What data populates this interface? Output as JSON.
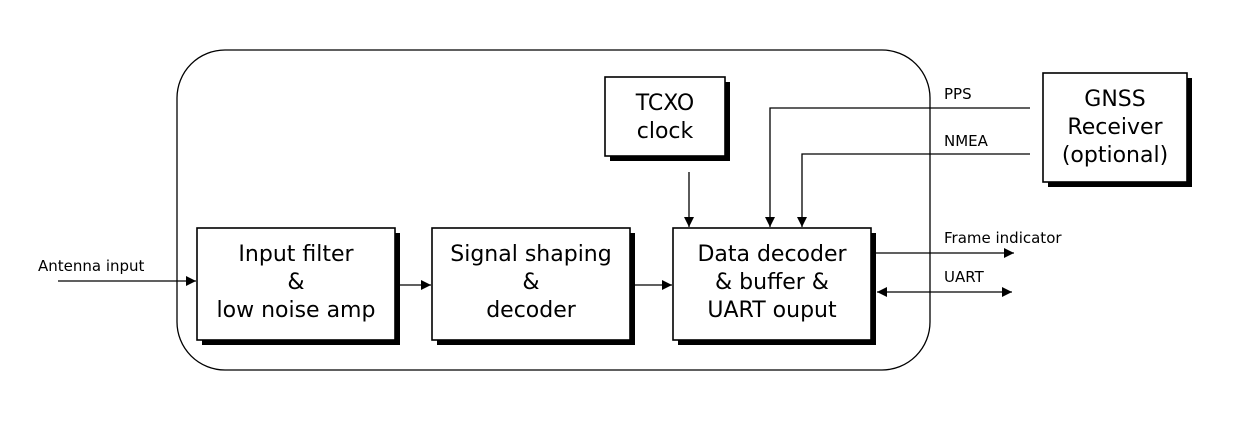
{
  "blocks": {
    "input_filter": [
      "Input filter",
      "&",
      "low noise amp"
    ],
    "signal_shaping": [
      "Signal shaping",
      "&",
      "decoder"
    ],
    "data_decoder": [
      "Data decoder",
      "& buffer &",
      "UART ouput"
    ],
    "tcxo": [
      "TCXO",
      "clock"
    ],
    "gnss": [
      "GNSS",
      "Receiver",
      "(optional)"
    ]
  },
  "labels": {
    "antenna_input": "Antenna input",
    "pps": "PPS",
    "nmea": "NMEA",
    "frame_indicator": "Frame indicator",
    "uart": "UART"
  }
}
